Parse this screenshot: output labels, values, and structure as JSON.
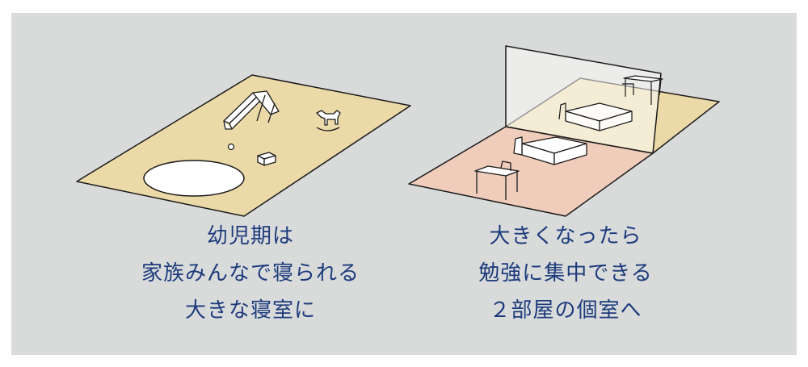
{
  "captions": {
    "left": {
      "line1": "幼児期は",
      "line2": "家族みんなで寝られる",
      "line3": "大きな寝室に"
    },
    "right": {
      "line1": "大きくなったら",
      "line2": "勉強に集中できる",
      "line3": "２部屋の個室へ"
    }
  },
  "colors": {
    "background": "#d9dbdb",
    "floor_beige": "#ecd9a8",
    "floor_pink": "#f0cdbb",
    "wall_white": "#fbfbf8",
    "text_blue": "#1d3b7c",
    "line": "#1a1a1a"
  }
}
